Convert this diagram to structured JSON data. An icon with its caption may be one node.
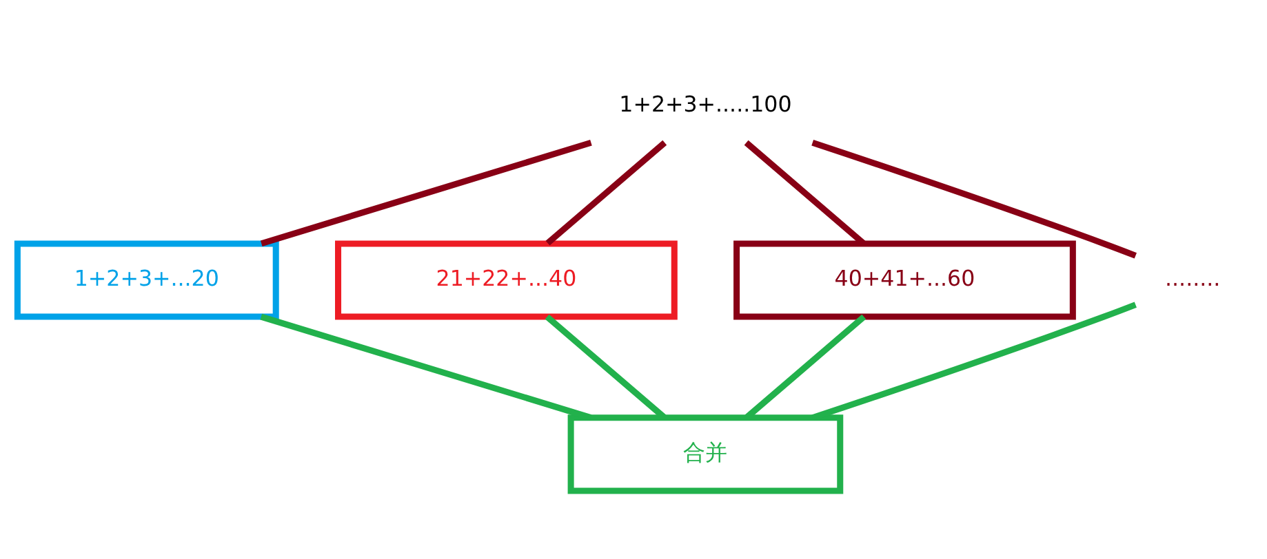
{
  "diagram": {
    "nodes": [
      {
        "text": [
          "1+2+3+.....100"
        ]
      },
      {
        "text": [
          "1+2+3+...20"
        ]
      },
      {
        "text": [
          "21+22+...40"
        ]
      },
      {
        "text": [
          "40+41+...60"
        ]
      },
      {
        "text": [
          "........"
        ]
      },
      {
        "text": [
          "合并"
        ]
      }
    ],
    "edges": [
      {
        "from": 0,
        "to": 1,
        "arrow": "none",
        "color": "#880015"
      },
      {
        "from": 0,
        "to": 2,
        "arrow": "none",
        "color": "#880015"
      },
      {
        "from": 0,
        "to": 3,
        "arrow": "none",
        "color": "#880015"
      },
      {
        "from": 0,
        "to": 4,
        "arrow": "none",
        "color": "#880015"
      },
      {
        "from": 1,
        "to": 5,
        "arrow": "none",
        "color": "#22b14c"
      },
      {
        "from": 2,
        "to": 5,
        "arrow": "none",
        "color": "#22b14c"
      },
      {
        "from": 3,
        "to": 5,
        "arrow": "none",
        "color": "#22b14c"
      },
      {
        "from": 4,
        "to": 5,
        "arrow": "none",
        "color": "#22b14c"
      }
    ]
  }
}
